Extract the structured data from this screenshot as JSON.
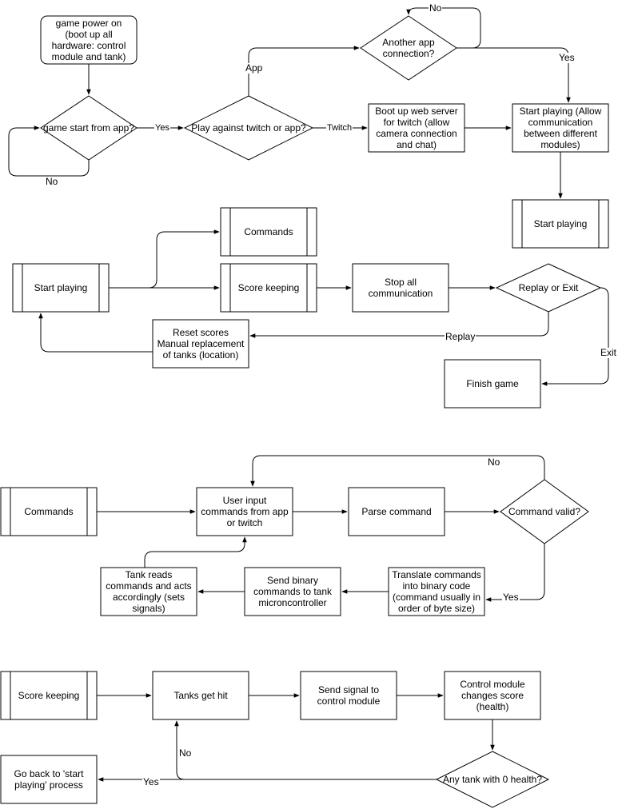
{
  "flow1": {
    "power_on": "game power on (boot up all hardware: control module and tank)",
    "start_from_app": "game start from app?",
    "twitch_or_app": "Play against twitch or app?",
    "another_app": "Another app connection?",
    "boot_web_server": "Boot up web server for twitch (allow camera connection and chat)",
    "start_playing_allow": "Start playing (Allow communication between different modules)",
    "start_playing_sub": "Start playing",
    "edge_yes": "Yes",
    "edge_no": "No",
    "edge_app": "App",
    "edge_twitch": "Twitch",
    "edge_no_loop": "No",
    "edge_yes_right": "Yes"
  },
  "flow2": {
    "start_playing": "Start playing",
    "commands": "Commands",
    "score_keeping": "Score keeping",
    "stop_comm": "Stop all communication",
    "replay_or_exit": "Replay or Exit",
    "reset_scores": "Reset scores Manual replacement of tanks (location)",
    "finish_game": "Finish game",
    "edge_replay": "Replay",
    "edge_exit": "Exit"
  },
  "flow3": {
    "commands": "Commands",
    "user_input": "User input commands from app or twitch",
    "parse": "Parse command",
    "valid": "Command valid?",
    "translate": "Translate commands into binary code (command usually in order of byte size)",
    "send_binary": "Send binary commands to tank microncontroller",
    "tank_reads": "Tank reads commands and acts accordingly (sets signals)",
    "edge_no": "No",
    "edge_yes": "Yes"
  },
  "flow4": {
    "score_keeping": "Score keeping",
    "tanks_hit": "Tanks get hit",
    "send_signal": "Send signal to control module",
    "control_changes": "Control module changes score (health)",
    "zero_health": "Any tank with 0 health?",
    "go_back": "Go back to 'start playing' process",
    "edge_no": "No",
    "edge_yes": "Yes"
  }
}
